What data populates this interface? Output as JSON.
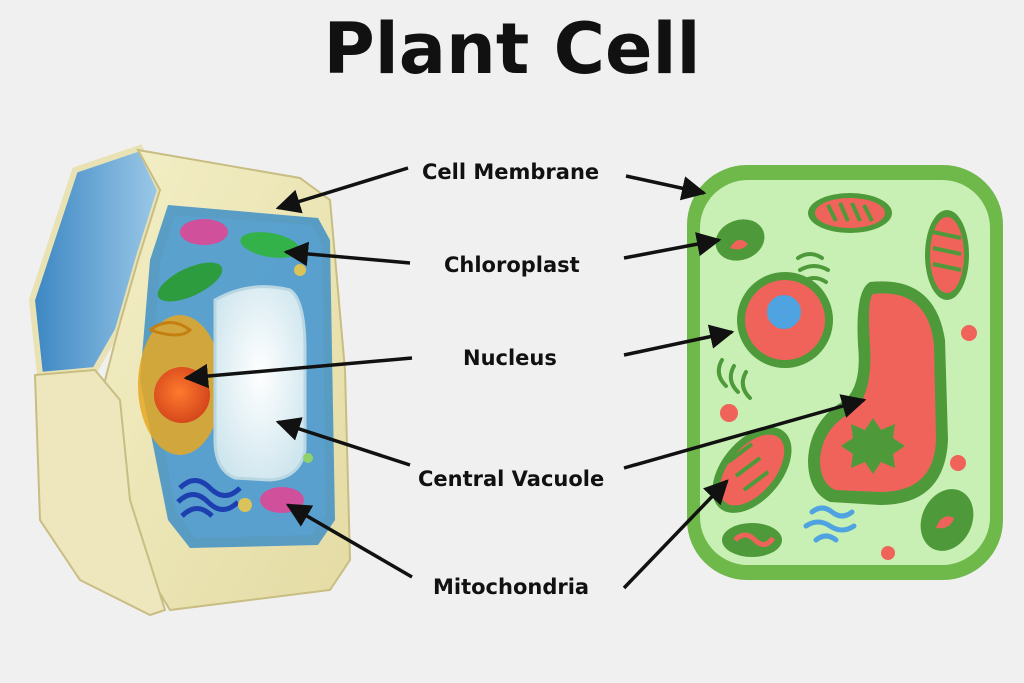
{
  "title": "Plant Cell",
  "labels": {
    "cell_membrane": "Cell Membrane",
    "chloroplast": "Chloroplast",
    "nucleus": "Nucleus",
    "central_vacuole": "Central Vacuole",
    "mitochondria": "Mitochondria"
  },
  "colors": {
    "background": "#f0f0f0",
    "cell_wall_outer": "#6fb84a",
    "cytoplasm": "#c8f0b4",
    "organelle_red": "#f0635a",
    "organelle_green": "#4e9a3a",
    "nucleolus": "#4fa3e0",
    "arrow": "#111111"
  }
}
